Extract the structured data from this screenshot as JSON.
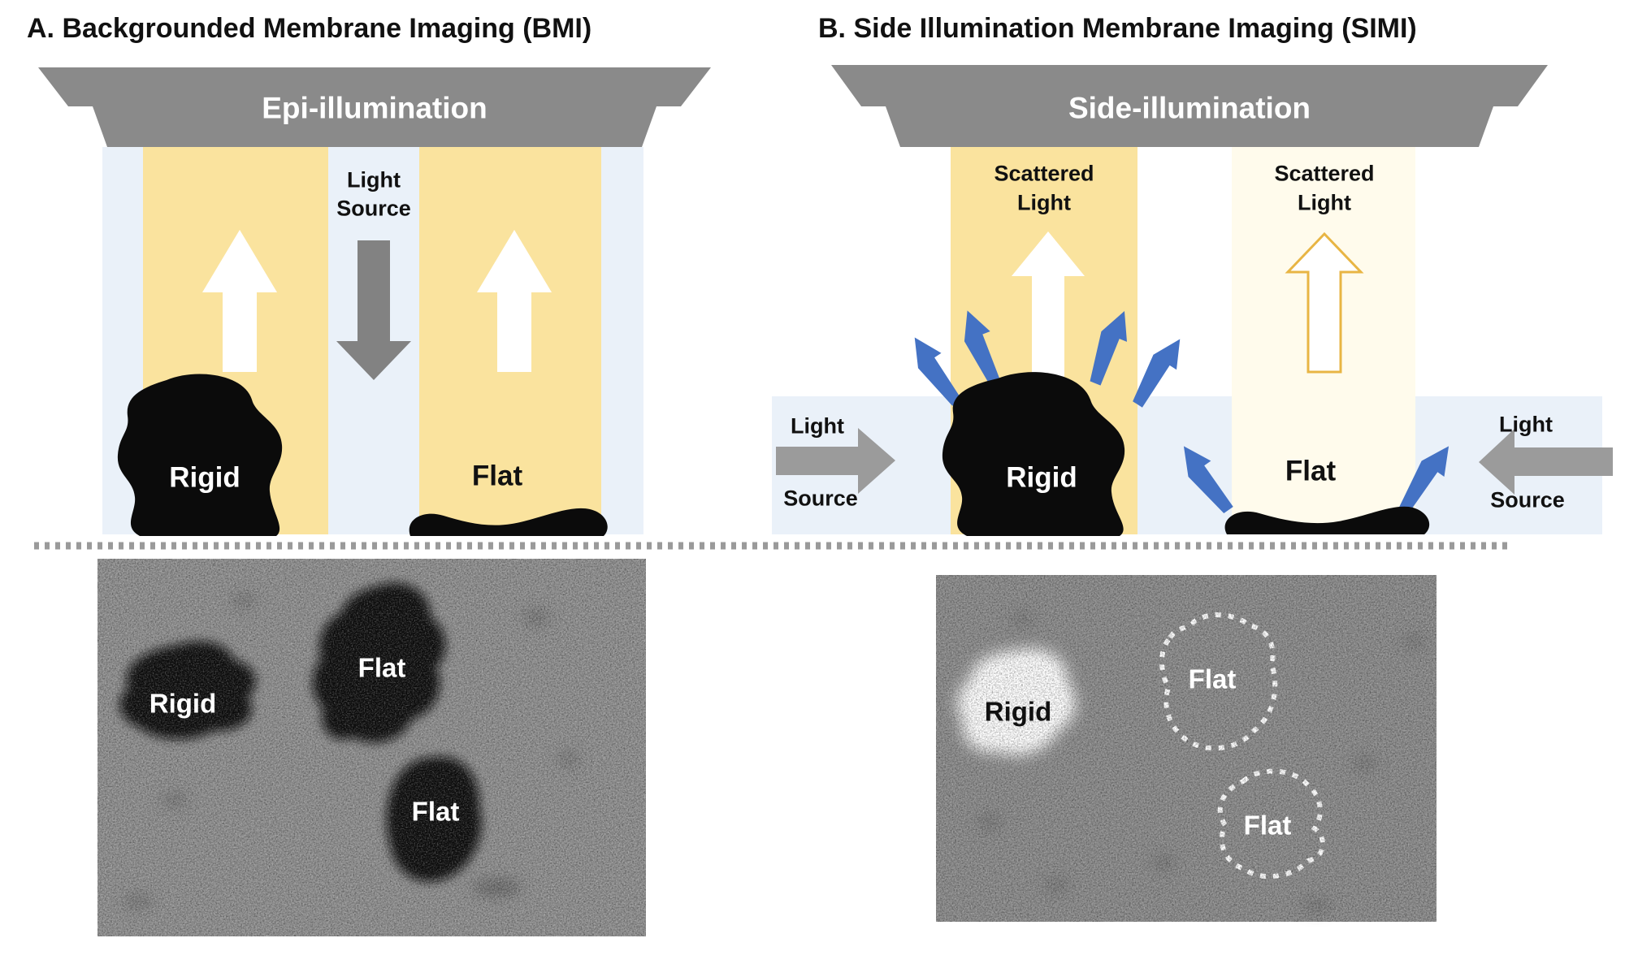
{
  "figure": {
    "panel_a": {
      "title": "A. Backgrounded Membrane Imaging (BMI)",
      "illumination_label": "Epi-illumination",
      "light_source": {
        "line1": "Light",
        "line2": "Source"
      },
      "diagram": {
        "rigid_label": "Rigid",
        "flat_label": "Flat"
      },
      "micrograph": {
        "rigid_label": "Rigid",
        "flat_upper_label": "Flat",
        "flat_lower_label": "Flat"
      }
    },
    "panel_b": {
      "title": "B. Side Illumination Membrane Imaging (SIMI)",
      "illumination_label": "Side-illumination",
      "scattered_left": {
        "line1": "Scattered",
        "line2": "Light"
      },
      "scattered_right": {
        "line1": "Scattered",
        "line2": "Light"
      },
      "light_source_left": {
        "line1": "Light",
        "line2": "Source"
      },
      "light_source_right": {
        "line1": "Light",
        "line2": "Source"
      },
      "diagram": {
        "rigid_label": "Rigid",
        "flat_label": "Flat"
      },
      "micrograph": {
        "rigid_label": "Rigid",
        "flat_upper_label": "Flat",
        "flat_lower_label": "Flat"
      }
    },
    "colors": {
      "beam_yellow": "#FAE39E",
      "beam_cream": "#FFFBEC",
      "slide_blue": "#EAF1F9",
      "instrument_gray": "#8A8A8A",
      "arrow_gray": "#9B9B9B",
      "down_arrow_gray": "#828282",
      "scatter_blue": "#4472C4",
      "outline_gold": "#E8B544",
      "dotted_line_gray": "#9A9A9A",
      "micrograph_gray_a": "#909090",
      "micrograph_gray_b": "#8C8C8C"
    }
  }
}
